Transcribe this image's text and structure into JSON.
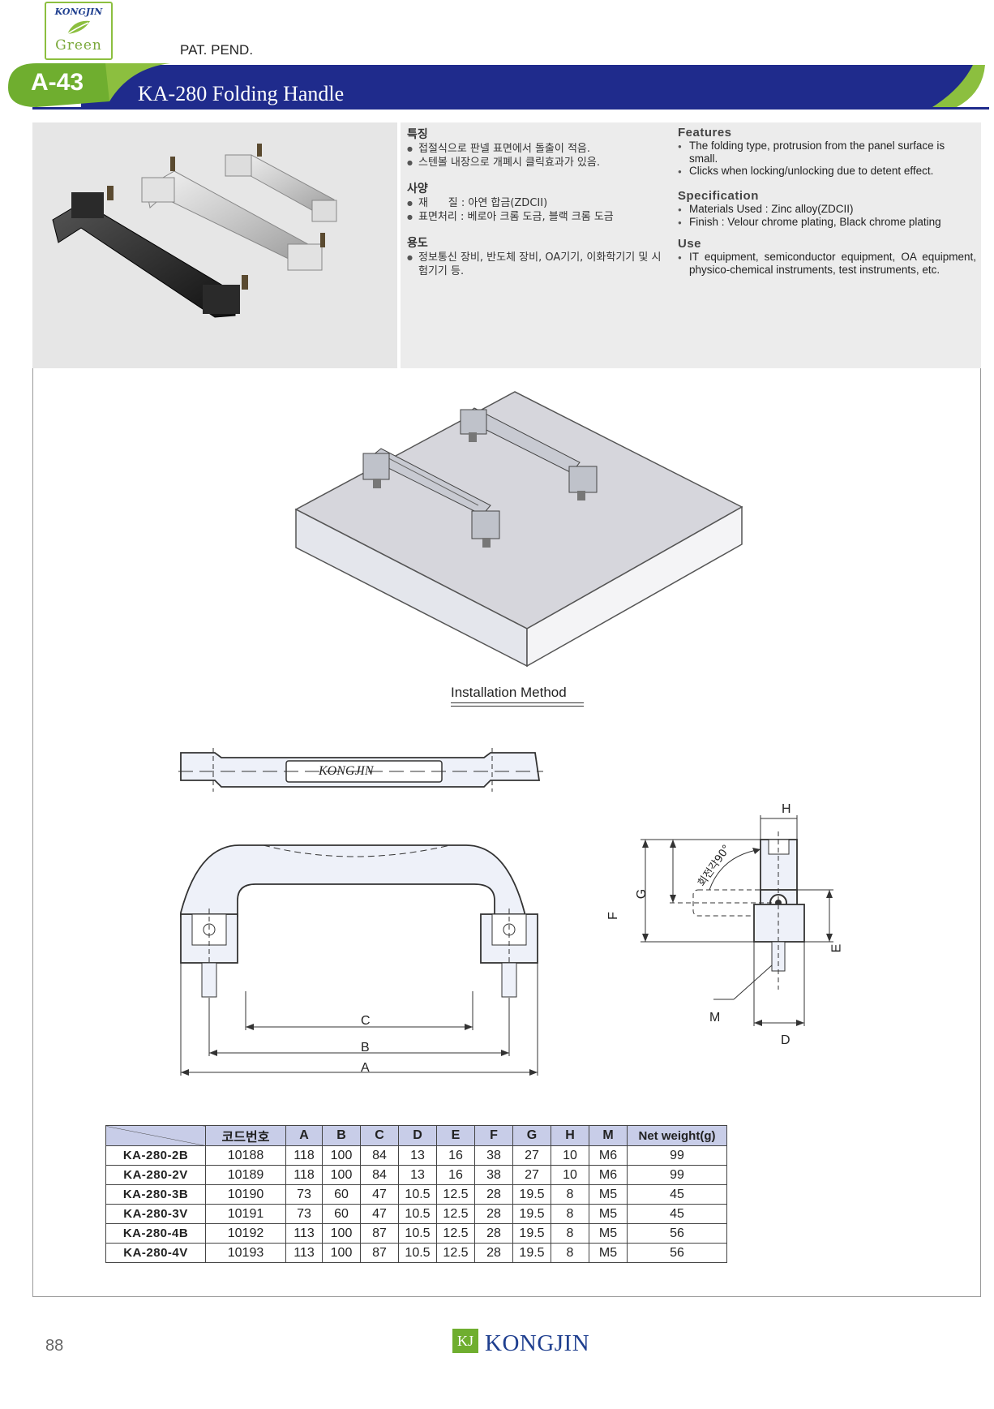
{
  "header": {
    "logo_top": "KONGJIN",
    "logo_bottom": "Green",
    "pat_pend": "PAT. PEND.",
    "page_code": "A-43",
    "title": "KA-280  Folding Handle",
    "colors": {
      "band": "#1f2b8c",
      "accent_green": "#8cbf3f",
      "code_green": "#6fae2f"
    }
  },
  "features_kr": {
    "heading": "특징",
    "items": [
      "접절식으로 판넬 표면에서 돌출이 적음.",
      "스텐볼 내장으로 개폐시 클릭효과가 있음."
    ]
  },
  "spec_kr": {
    "heading": "사양",
    "items": [
      "재      질 : 아연 합금(ZDCII)",
      "표면처리 : 베로아 크롬 도금, 블랙 크롬 도금"
    ]
  },
  "use_kr": {
    "heading": "용도",
    "items": [
      "정보통신 장비, 반도체 장비, OA기기, 이화학기기 및 시험기기 등."
    ]
  },
  "features_en": {
    "heading": "Features",
    "items": [
      "The folding type, protrusion from the panel surface is small.",
      "Clicks when locking/unlocking due to detent effect."
    ]
  },
  "spec_en": {
    "heading": "Specification",
    "items": [
      "Materials Used : Zinc alloy(ZDCII)",
      "Finish : Velour chrome plating, Black chrome plating"
    ]
  },
  "use_en": {
    "heading": "Use",
    "items": [
      "IT equipment, semiconductor equipment, OA equipment, physico-chemical instruments, test instruments, etc."
    ]
  },
  "installation_label": "Installation Method",
  "drawing": {
    "brand_on_handle": "KONGJIN",
    "dims": {
      "A": "A",
      "B": "B",
      "C": "C",
      "D": "D",
      "E": "E",
      "F": "F",
      "G": "G",
      "H": "H",
      "M": "M"
    },
    "rotation_note": "회전각90°"
  },
  "table": {
    "headers": [
      "",
      "코드번호",
      "A",
      "B",
      "C",
      "D",
      "E",
      "F",
      "G",
      "H",
      "M",
      "Net weight(g)"
    ],
    "rows": [
      [
        "KA-280-2B",
        "10188",
        "118",
        "100",
        "84",
        "13",
        "16",
        "38",
        "27",
        "10",
        "M6",
        "99"
      ],
      [
        "KA-280-2V",
        "10189",
        "118",
        "100",
        "84",
        "13",
        "16",
        "38",
        "27",
        "10",
        "M6",
        "99"
      ],
      [
        "KA-280-3B",
        "10190",
        "73",
        "60",
        "47",
        "10.5",
        "12.5",
        "28",
        "19.5",
        "8",
        "M5",
        "45"
      ],
      [
        "KA-280-3V",
        "10191",
        "73",
        "60",
        "47",
        "10.5",
        "12.5",
        "28",
        "19.5",
        "8",
        "M5",
        "45"
      ],
      [
        "KA-280-4B",
        "10192",
        "113",
        "100",
        "87",
        "10.5",
        "12.5",
        "28",
        "19.5",
        "8",
        "M5",
        "56"
      ],
      [
        "KA-280-4V",
        "10193",
        "113",
        "100",
        "87",
        "10.5",
        "12.5",
        "28",
        "19.5",
        "8",
        "M5",
        "56"
      ]
    ]
  },
  "footer": {
    "page_number": "88",
    "brand_mark": "KJ",
    "brand": "KONGJIN"
  }
}
